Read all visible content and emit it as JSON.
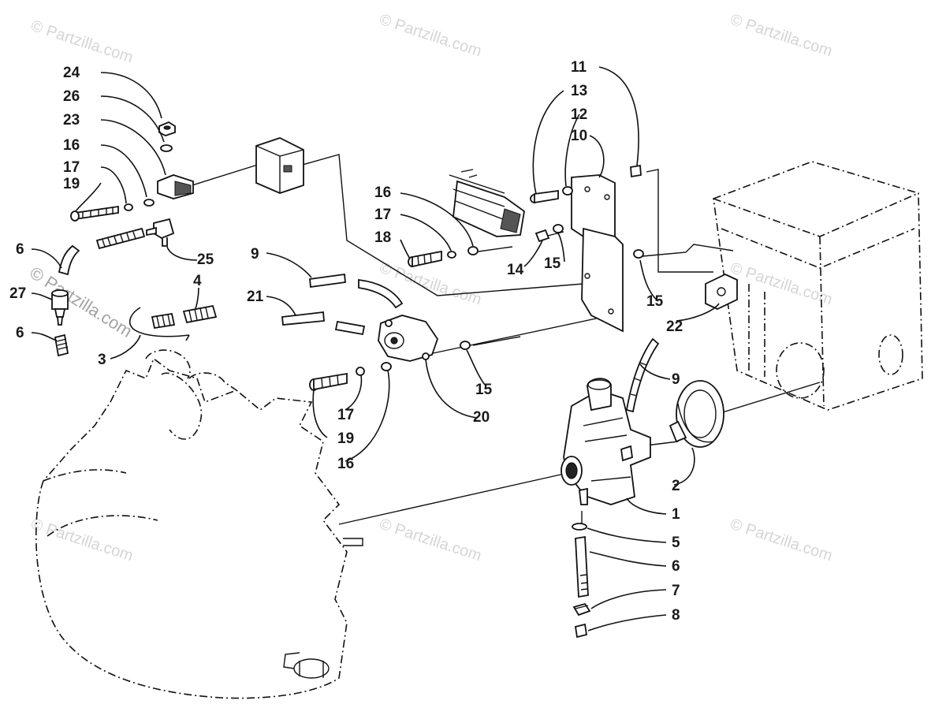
{
  "watermark": {
    "text": "© Partzilla.com",
    "overlay_text": "© Partzilla.com"
  },
  "callouts": [
    {
      "id": "c24a",
      "label": "24"
    },
    {
      "id": "c26a",
      "label": "26"
    },
    {
      "id": "c23a",
      "label": "23"
    },
    {
      "id": "c16a",
      "label": "16"
    },
    {
      "id": "c17a",
      "label": "17"
    },
    {
      "id": "c19a",
      "label": "19"
    },
    {
      "id": "c6a",
      "label": "6"
    },
    {
      "id": "c25a",
      "label": "25"
    },
    {
      "id": "c27a",
      "label": "27"
    },
    {
      "id": "c4a",
      "label": "4"
    },
    {
      "id": "c6b",
      "label": "6"
    },
    {
      "id": "c3a",
      "label": "3"
    },
    {
      "id": "c9a",
      "label": "9"
    },
    {
      "id": "c21a",
      "label": "21"
    },
    {
      "id": "c16b",
      "label": "16"
    },
    {
      "id": "c17b",
      "label": "17"
    },
    {
      "id": "c18a",
      "label": "18"
    },
    {
      "id": "c14a",
      "label": "14"
    },
    {
      "id": "c15a",
      "label": "15"
    },
    {
      "id": "c11a",
      "label": "11"
    },
    {
      "id": "c13a",
      "label": "13"
    },
    {
      "id": "c12a",
      "label": "12"
    },
    {
      "id": "c10a",
      "label": "10"
    },
    {
      "id": "c15b",
      "label": "15"
    },
    {
      "id": "c22a",
      "label": "22"
    },
    {
      "id": "c15c",
      "label": "15"
    },
    {
      "id": "c20a",
      "label": "20"
    },
    {
      "id": "c17c",
      "label": "17"
    },
    {
      "id": "c19b",
      "label": "19"
    },
    {
      "id": "c16c",
      "label": "16"
    },
    {
      "id": "c9b",
      "label": "9"
    },
    {
      "id": "c2a",
      "label": "2"
    },
    {
      "id": "c1a",
      "label": "1"
    },
    {
      "id": "c5a",
      "label": "5"
    },
    {
      "id": "c6c",
      "label": "6"
    },
    {
      "id": "c7a",
      "label": "7"
    },
    {
      "id": "c8a",
      "label": "8"
    }
  ]
}
